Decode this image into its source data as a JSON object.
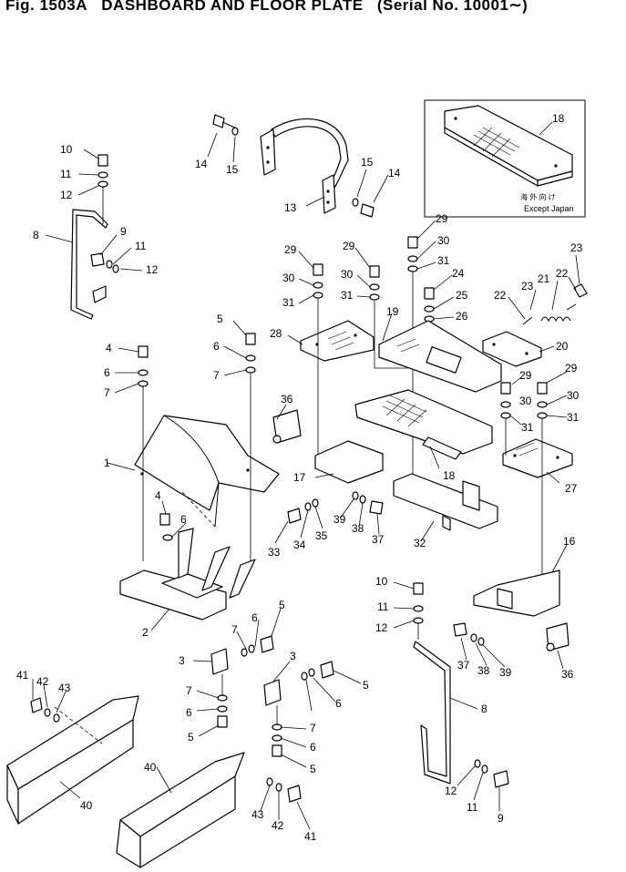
{
  "header": {
    "fig": "Fig. 1503A",
    "title": "DASHBOARD AND FLOOR PLATE",
    "serial": "(Serial No. 10001∼)"
  },
  "inset": {
    "note_jp": "海 外 向 け",
    "note_en": "Except Japan"
  },
  "callouts": [
    {
      "n": "10"
    },
    {
      "n": "11"
    },
    {
      "n": "12"
    },
    {
      "n": "8"
    },
    {
      "n": "9"
    },
    {
      "n": "11"
    },
    {
      "n": "12"
    },
    {
      "n": "14"
    },
    {
      "n": "15"
    },
    {
      "n": "13"
    },
    {
      "n": "15"
    },
    {
      "n": "14"
    },
    {
      "n": "18"
    },
    {
      "n": "29"
    },
    {
      "n": "30"
    },
    {
      "n": "31"
    },
    {
      "n": "29"
    },
    {
      "n": "30"
    },
    {
      "n": "31"
    },
    {
      "n": "28"
    },
    {
      "n": "29"
    },
    {
      "n": "30"
    },
    {
      "n": "31"
    },
    {
      "n": "19"
    },
    {
      "n": "24"
    },
    {
      "n": "25"
    },
    {
      "n": "26"
    },
    {
      "n": "23"
    },
    {
      "n": "22"
    },
    {
      "n": "21"
    },
    {
      "n": "23"
    },
    {
      "n": "22"
    },
    {
      "n": "20"
    },
    {
      "n": "29"
    },
    {
      "n": "30"
    },
    {
      "n": "31"
    },
    {
      "n": "29"
    },
    {
      "n": "30"
    },
    {
      "n": "31"
    },
    {
      "n": "5"
    },
    {
      "n": "6"
    },
    {
      "n": "7"
    },
    {
      "n": "4"
    },
    {
      "n": "6"
    },
    {
      "n": "7"
    },
    {
      "n": "1"
    },
    {
      "n": "36"
    },
    {
      "n": "17"
    },
    {
      "n": "18"
    },
    {
      "n": "27"
    },
    {
      "n": "4"
    },
    {
      "n": "6"
    },
    {
      "n": "33"
    },
    {
      "n": "34"
    },
    {
      "n": "35"
    },
    {
      "n": "39"
    },
    {
      "n": "38"
    },
    {
      "n": "37"
    },
    {
      "n": "32"
    },
    {
      "n": "16"
    },
    {
      "n": "2"
    },
    {
      "n": "10"
    },
    {
      "n": "11"
    },
    {
      "n": "12"
    },
    {
      "n": "5"
    },
    {
      "n": "6"
    },
    {
      "n": "7"
    },
    {
      "n": "3"
    },
    {
      "n": "7"
    },
    {
      "n": "6"
    },
    {
      "n": "5"
    },
    {
      "n": "3"
    },
    {
      "n": "5"
    },
    {
      "n": "6"
    },
    {
      "n": "7"
    },
    {
      "n": "6"
    },
    {
      "n": "5"
    },
    {
      "n": "37"
    },
    {
      "n": "38"
    },
    {
      "n": "39"
    },
    {
      "n": "36"
    },
    {
      "n": "8"
    },
    {
      "n": "41"
    },
    {
      "n": "42"
    },
    {
      "n": "43"
    },
    {
      "n": "40"
    },
    {
      "n": "40"
    },
    {
      "n": "43"
    },
    {
      "n": "42"
    },
    {
      "n": "41"
    },
    {
      "n": "12"
    },
    {
      "n": "11"
    },
    {
      "n": "9"
    }
  ]
}
